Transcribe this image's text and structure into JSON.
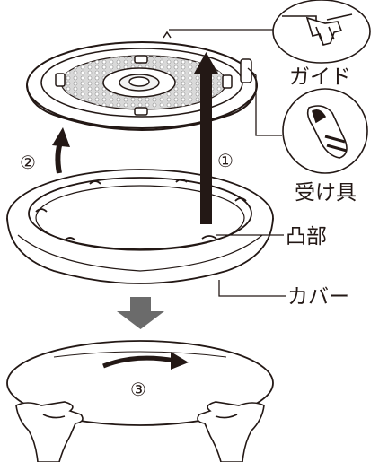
{
  "labels": {
    "guide": "ガイド",
    "receiver": "受け具",
    "protrusion": "凸部",
    "cover": "カバー"
  },
  "steps": {
    "one": "①",
    "two": "②",
    "three": "③"
  },
  "colors": {
    "line": "#231815",
    "gray_fill": "#6b6b6b",
    "light_fill": "#e8e8e8"
  }
}
